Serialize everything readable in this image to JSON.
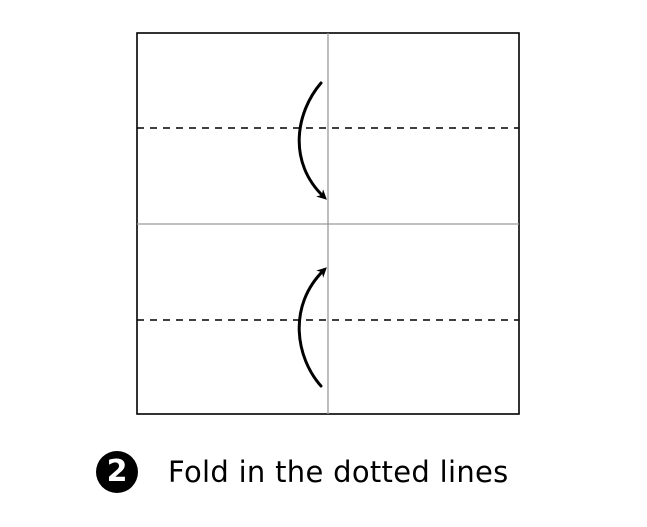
{
  "step": {
    "number": "2",
    "instruction": "Fold in the dotted lines"
  },
  "colors": {
    "outline": "#000000",
    "crease": "#9a9a9a",
    "fold_line": "#000000",
    "arrow": "#000000",
    "background": "#ffffff"
  },
  "diagram": {
    "shape": "square paper",
    "creases": [
      "vertical center crease",
      "horizontal center crease"
    ],
    "fold_lines": [
      "upper dotted fold line",
      "lower dotted fold line"
    ],
    "arrows": [
      "fold-down-arrow",
      "fold-up-arrow"
    ]
  }
}
